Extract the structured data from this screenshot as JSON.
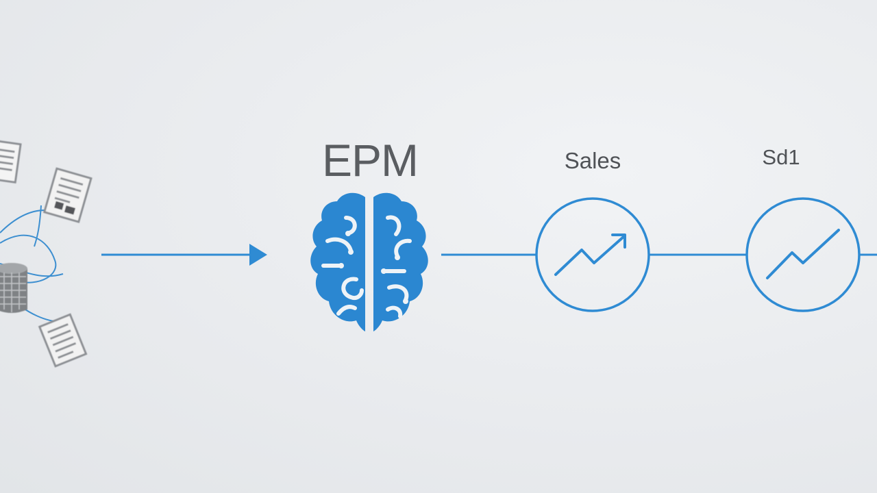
{
  "diagram": {
    "hub_title": "EPM",
    "stage_labels": [
      "Sales",
      "Sd1"
    ],
    "icons": {
      "sources": "document-icon",
      "data": "database-icon",
      "hub": "brain-icon",
      "stage": "trend-up-icon"
    },
    "colors": {
      "accent": "#2f8bd3",
      "brain": "#2b87d1",
      "text": "#5a5d61",
      "document": "#8d9094"
    }
  }
}
